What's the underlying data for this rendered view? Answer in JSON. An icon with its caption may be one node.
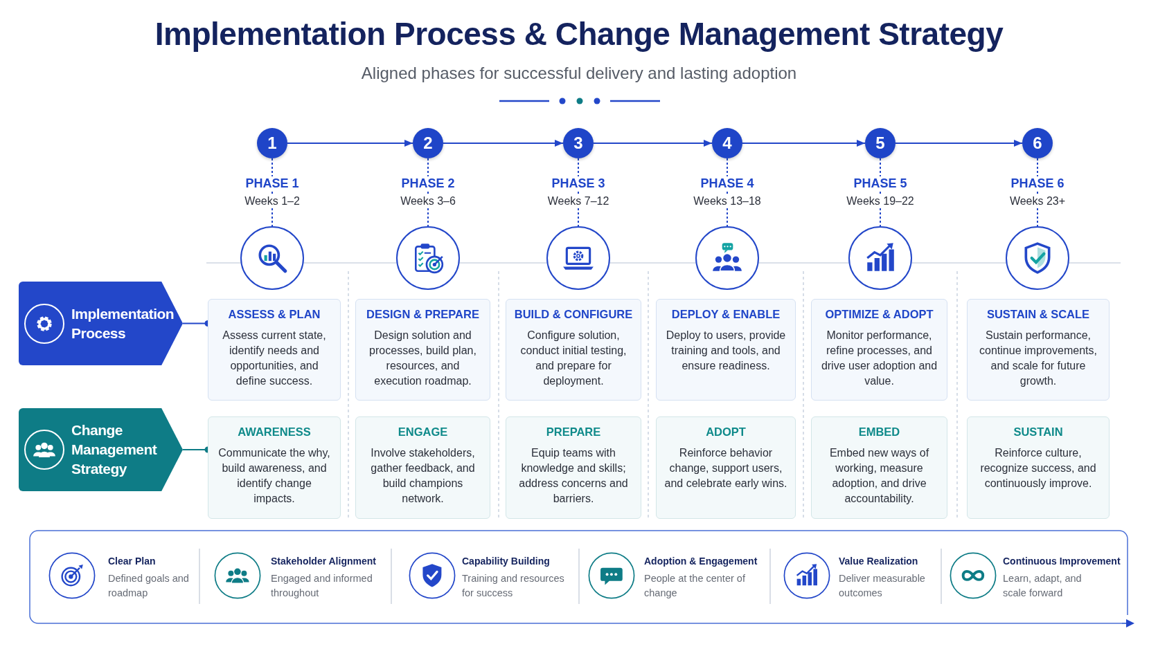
{
  "diagram": {
    "title": "Implementation Process & Change Management Strategy",
    "nodes": [
      {
        "text": [
          "1"
        ],
        "beside": [
          "PHASE 1",
          "Weeks 1–2"
        ]
      },
      {
        "text": [
          "2"
        ],
        "beside": [
          "PHASE 2",
          "Weeks 3–6"
        ]
      },
      {
        "text": [
          "3"
        ],
        "beside": [
          "PHASE 3",
          "Weeks 7–12"
        ]
      },
      {
        "text": [
          "4"
        ],
        "beside": [
          "PHASE 4",
          "Weeks 13–18"
        ]
      },
      {
        "text": [
          "5"
        ],
        "beside": [
          "PHASE 5",
          "Weeks 19–22"
        ]
      },
      {
        "text": [
          "6"
        ],
        "beside": [
          "PHASE 6",
          "Weeks 23+"
        ]
      },
      {
        "text": [],
        "shape": "circle"
      },
      {
        "text": [],
        "shape": "circle"
      },
      {
        "text": [],
        "shape": "circle"
      },
      {
        "text": [],
        "shape": "circle"
      },
      {
        "text": [],
        "shape": "circle"
      },
      {
        "text": [],
        "shape": "circle"
      },
      {
        "text": [
          "Implementation Process"
        ]
      },
      {
        "text": [
          "ASSESS & PLAN",
          "Assess current state, identify needs and opportunities, and define success."
        ]
      },
      {
        "text": [
          "DESIGN & PREPARE",
          "Design solution and processes, build plan, resources, and execution roadmap."
        ]
      },
      {
        "text": [
          "BUILD & CONFIGURE",
          "Configure solution, conduct initial testing, and prepare for deployment."
        ]
      },
      {
        "text": [
          "DEPLOY & ENABLE",
          "Deploy to users, provide training and tools, and ensure readiness."
        ]
      },
      {
        "text": [
          "OPTIMIZE & ADOPT",
          "Monitor performance, refine processes, and drive user adoption and value."
        ]
      },
      {
        "text": [
          "SUSTAIN & SCALE",
          "Sustain performance, continue improvements, and scale for future growth."
        ]
      },
      {
        "text": [
          "Change Management Strategy"
        ]
      },
      {
        "text": [
          "AWARENESS",
          "Communicate the why, build awareness, and identify change impacts."
        ]
      },
      {
        "text": [
          "ENGAGE",
          "Involve stakeholders, gather feedback, and build champions network."
        ]
      },
      {
        "text": [
          "PREPARE",
          "Equip teams with knowledge and skills; address concerns and barriers."
        ]
      },
      {
        "text": [
          "ADOPT",
          "Reinforce behavior change, support users, and celebrate early wins."
        ]
      },
      {
        "text": [
          "EMBED",
          "Embed new ways of working, measure adoption, and drive accountability."
        ]
      },
      {
        "text": [
          "SUSTAIN",
          "Reinforce culture, recognize success, and continuously improve."
        ]
      }
    ],
    "edges": [
      {
        "from": 0,
        "to": 1,
        "arrow": "to"
      },
      {
        "from": 1,
        "to": 2,
        "arrow": "to"
      },
      {
        "from": 2,
        "to": 3,
        "arrow": "to"
      },
      {
        "from": 3,
        "to": 4,
        "arrow": "to"
      },
      {
        "from": 4,
        "to": 5,
        "arrow": "to"
      },
      {
        "from": 0,
        "to": 6,
        "arrow": "none",
        "style": "dashed"
      },
      {
        "from": 1,
        "to": 7,
        "arrow": "none",
        "style": "dashed"
      },
      {
        "from": 2,
        "to": 8,
        "arrow": "none",
        "style": "dashed"
      },
      {
        "from": 3,
        "to": 9,
        "arrow": "none",
        "style": "dashed"
      },
      {
        "from": 4,
        "to": 10,
        "arrow": "none",
        "style": "dashed"
      },
      {
        "from": 5,
        "to": 11,
        "arrow": "none",
        "style": "dashed"
      },
      {
        "from": 12,
        "to": 13,
        "arrow": "other"
      },
      {
        "from": 19,
        "to": 20,
        "arrow": "other",
        "color": "#0e7c86"
      }
    ],
    "labels": [
      "Aligned phases for successful delivery and lasting adoption",
      "Clear Plan",
      "Defined goals and roadmap",
      "Stakeholder Alignment",
      "Engaged and informed throughout",
      "Capability Building",
      "Training and resources for success",
      "Adoption & Engagement",
      "People at the center of change",
      "Value Realization",
      "Deliver measurable outcomes",
      "Continuous Improvement",
      "Learn, adapt, and scale forward"
    ]
  }
}
